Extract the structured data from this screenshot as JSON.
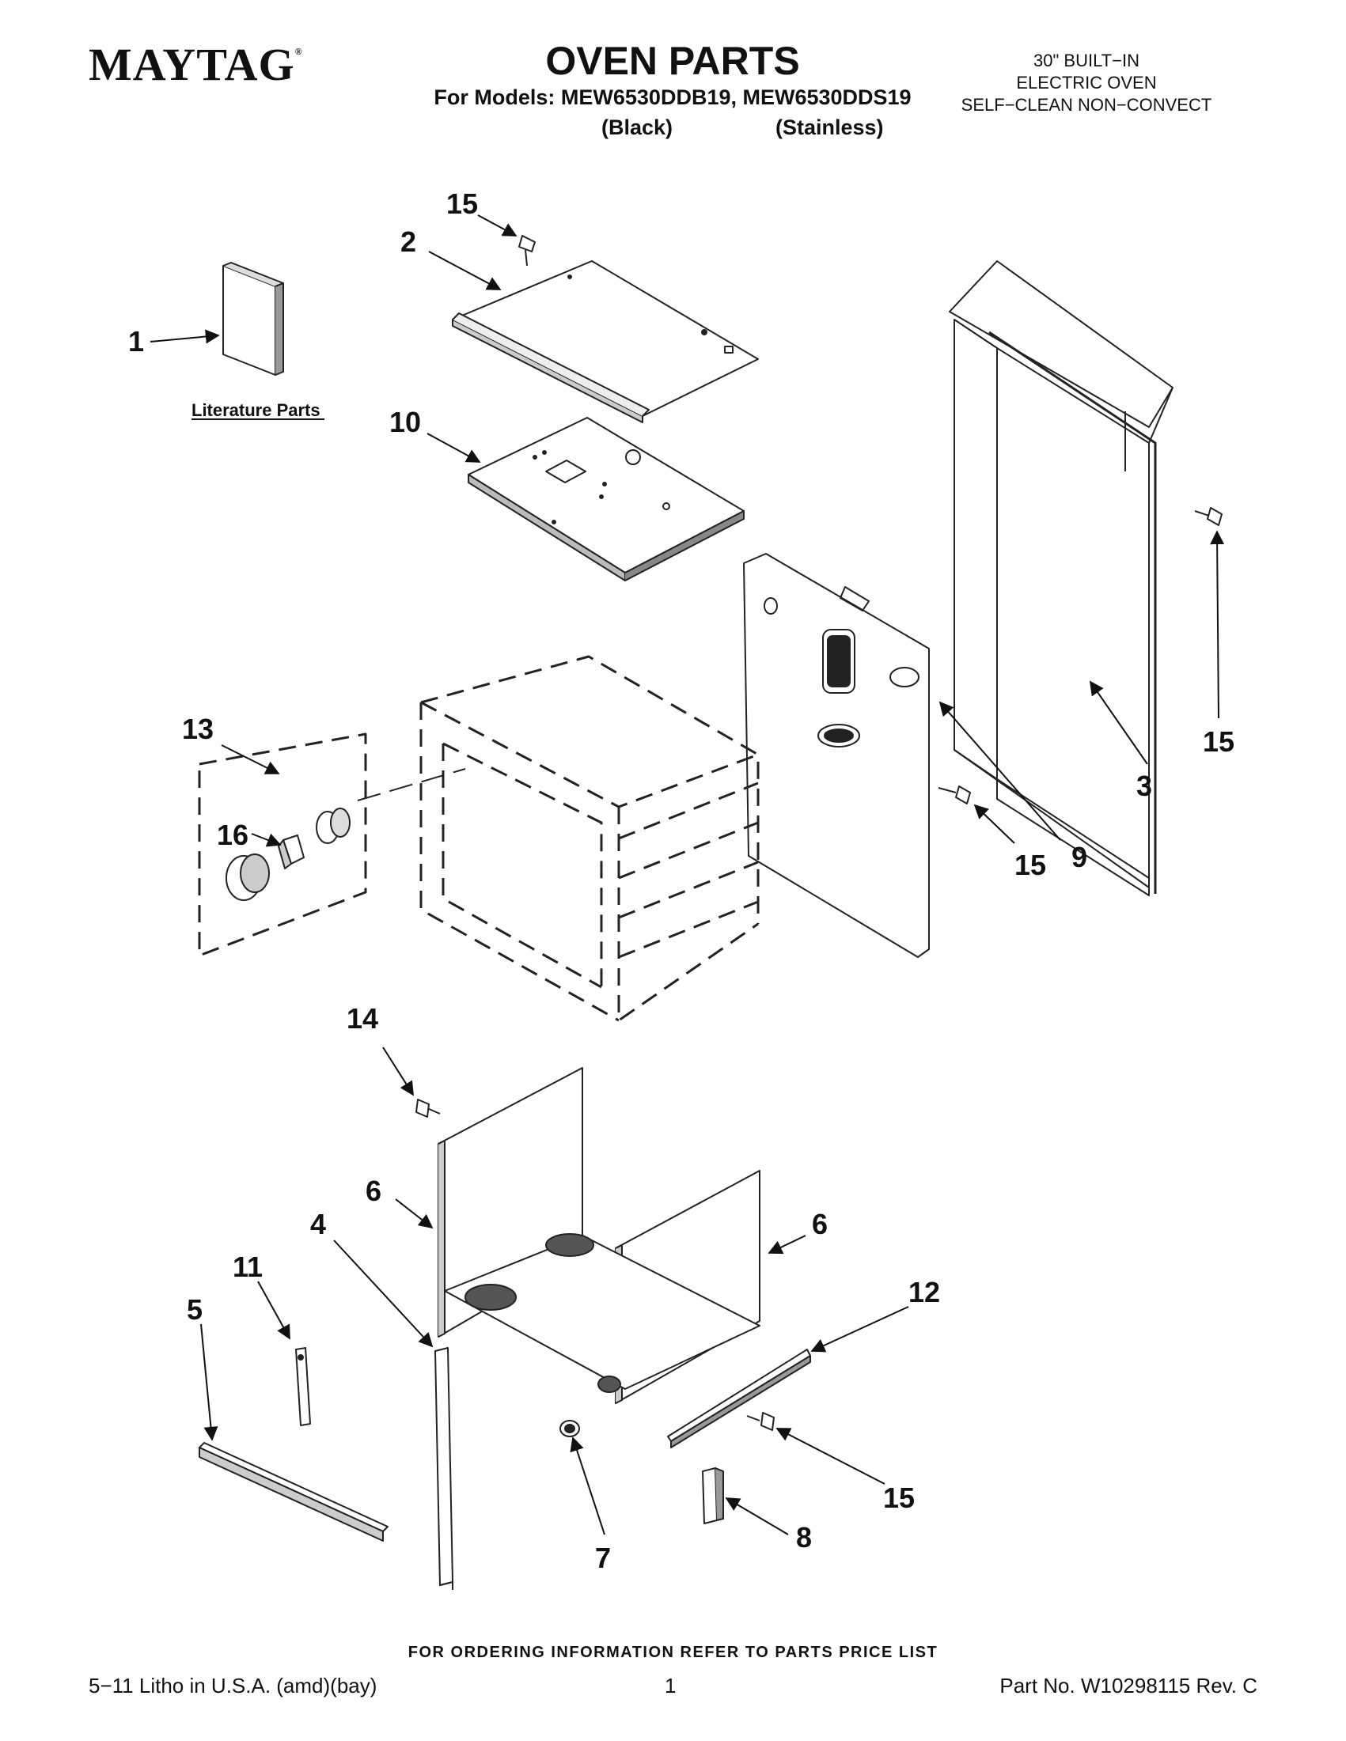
{
  "header": {
    "brand": "MAYTAG",
    "brand_mark": "®",
    "title": "OVEN PARTS",
    "models": "For Models: MEW6530DDB19, MEW6530DDS19",
    "variant_black": "(Black)",
    "variant_stainless": "(Stainless)",
    "description_lines": [
      "30\" BUILT−IN",
      "ELECTRIC OVEN",
      "SELF−CLEAN NON−CONVECT"
    ]
  },
  "diagram": {
    "literature_label": "Literature Parts",
    "callouts": [
      "1",
      "2",
      "15",
      "10",
      "3",
      "15",
      "9",
      "15",
      "13",
      "16",
      "14",
      "6",
      "6",
      "4",
      "11",
      "5",
      "12",
      "15",
      "7",
      "8"
    ]
  },
  "footer": {
    "ordering_note": "FOR ORDERING INFORMATION REFER TO PARTS PRICE LIST",
    "litho": "5−11 Litho in U.S.A. (amd)(bay)",
    "page_number": "1",
    "part_number": "Part No. W10298115 Rev. C"
  }
}
